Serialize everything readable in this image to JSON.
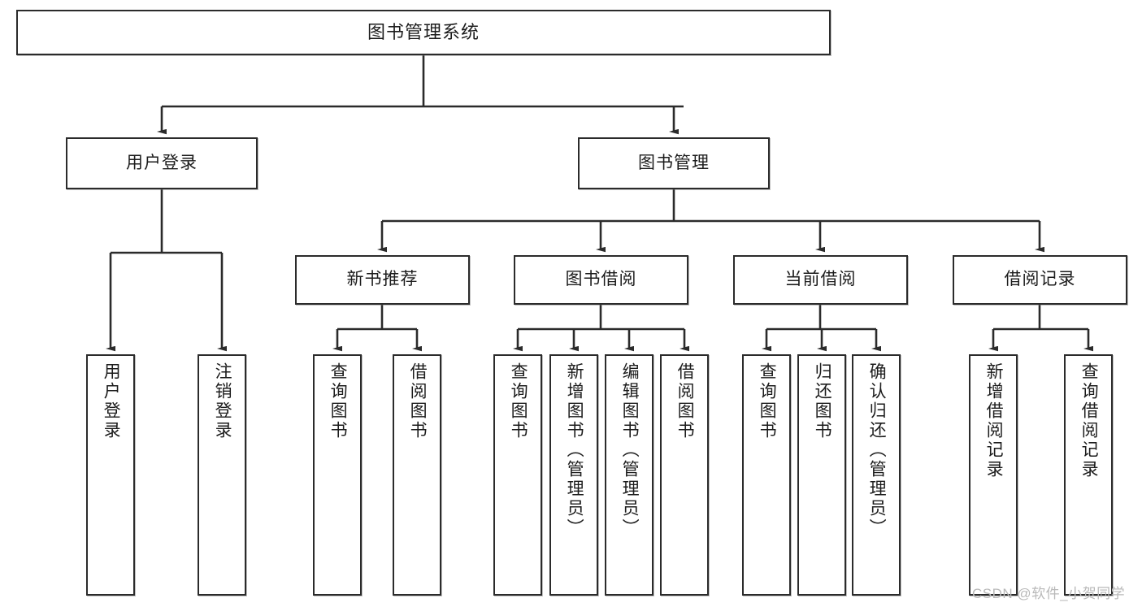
{
  "diagram": {
    "title": "图书管理系统",
    "type": "functional-structure-tree",
    "colors": {
      "box_border": "#2b2b2b",
      "box_fill": "#ffffff",
      "connector": "#2b2b2b",
      "text": "#1c1c1c",
      "watermark": "#b9b9b9"
    },
    "root": {
      "label": "图书管理系统"
    },
    "level1": [
      {
        "label": "用户登录"
      },
      {
        "label": "图书管理"
      }
    ],
    "level2": [
      {
        "label": "新书推荐"
      },
      {
        "label": "图书借阅"
      },
      {
        "label": "当前借阅"
      },
      {
        "label": "借阅记录"
      }
    ],
    "leaves": {
      "user_login": [
        {
          "label": "用户登录"
        },
        {
          "label": "注销登录"
        }
      ],
      "new_book_recommend": [
        {
          "label": "查询图书"
        },
        {
          "label": "借阅图书"
        }
      ],
      "book_borrow": [
        {
          "label": "查询图书"
        },
        {
          "label": "新增图书（管理员）"
        },
        {
          "label": "编辑图书（管理员）"
        },
        {
          "label": "借阅图书"
        }
      ],
      "current_borrow": [
        {
          "label": "查询图书"
        },
        {
          "label": "归还图书"
        },
        {
          "label": "确认归还（管理员）"
        }
      ],
      "borrow_record": [
        {
          "label": "新增借阅记录"
        },
        {
          "label": "查询借阅记录"
        }
      ]
    }
  },
  "watermark": {
    "text": "CSDN @软件_小贺同学"
  }
}
